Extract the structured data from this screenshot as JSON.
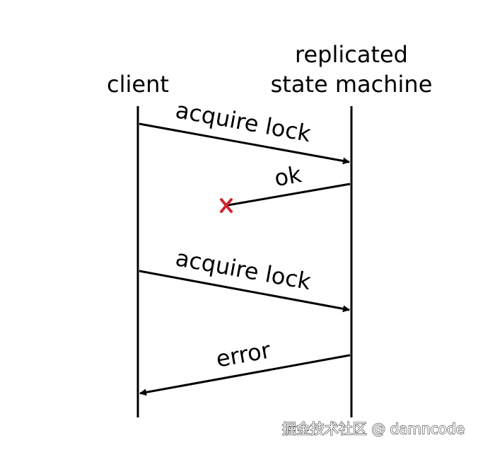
{
  "actors": {
    "client": {
      "label": "client"
    },
    "rsm": {
      "label_line1": "replicated",
      "label_line2": "state machine"
    }
  },
  "messages": [
    {
      "label": "acquire lock",
      "from": "client",
      "to": "rsm",
      "delivered": true
    },
    {
      "label": "ok",
      "from": "rsm",
      "to": "client",
      "delivered": false
    },
    {
      "label": "acquire lock",
      "from": "client",
      "to": "rsm",
      "delivered": true
    },
    {
      "label": "error",
      "from": "rsm",
      "to": "client",
      "delivered": true
    }
  ],
  "lost_marker": {
    "icon": "lost-message-x-icon",
    "color": "#d0262e"
  },
  "colors": {
    "line": "#000000",
    "lost": "#d0262e"
  },
  "watermark": "掘金技术社区 @ damncode"
}
